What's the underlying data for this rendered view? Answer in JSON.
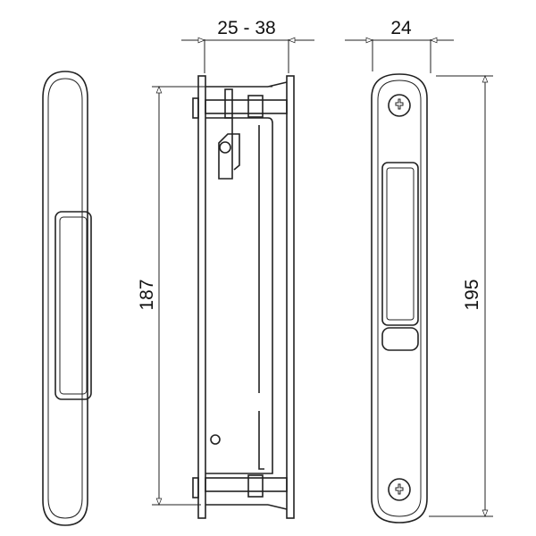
{
  "dimensions": {
    "depth_range": "25 - 38",
    "width": "24",
    "side_height": "187",
    "total_height": "195"
  },
  "colors": {
    "line": "#222222",
    "background": "#ffffff"
  }
}
